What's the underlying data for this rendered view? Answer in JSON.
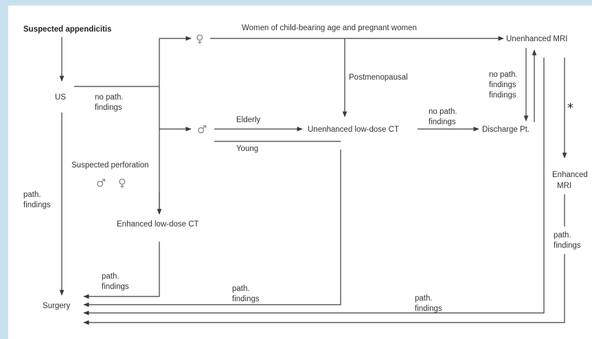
{
  "nodes": {
    "suspected_appendicitis": "Suspected appendicitis",
    "us": "US",
    "surgery": "Surgery",
    "unenhanced_mri": "Unenhanced MRI",
    "unenhanced_lowdose_ct": "Unenhanced low-dose CT",
    "discharge": "Discharge Pt.",
    "enhanced_lowdose_ct": "Enhanced low-dose CT",
    "enhanced_mri_1": "Enhanced",
    "enhanced_mri_2": "MRI",
    "suspected_perforation": "Suspected perforation"
  },
  "labels": {
    "women": "Women of child-bearing age and pregnant women",
    "postmenopausal": "Postmenopausal",
    "elderly": "Elderly",
    "young": "Young",
    "no_path_1": "no path.",
    "no_path_2": "findings",
    "path_1": "path.",
    "path_2": "findings",
    "asterisk": "*"
  },
  "symbols": {
    "female": "♀",
    "male": "♂"
  },
  "colors": {
    "background": "#c9e1ee",
    "panel": "#ffffff",
    "line": "#3a3a3a",
    "symbol": "#8a8a8a"
  }
}
